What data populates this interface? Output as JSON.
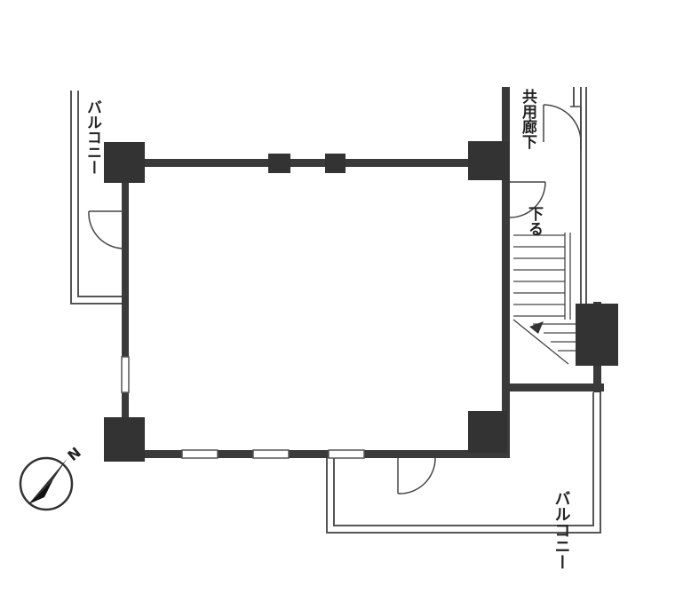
{
  "labels": {
    "balcony_left": "バルコニー",
    "corridor": "共用廊下",
    "down": "下る",
    "balcony_bottom": "バルコニー",
    "north": "N"
  },
  "colors": {
    "wall": "#3a3a3a",
    "column": "#333333",
    "line": "#555555",
    "paper": "#ffffff"
  }
}
